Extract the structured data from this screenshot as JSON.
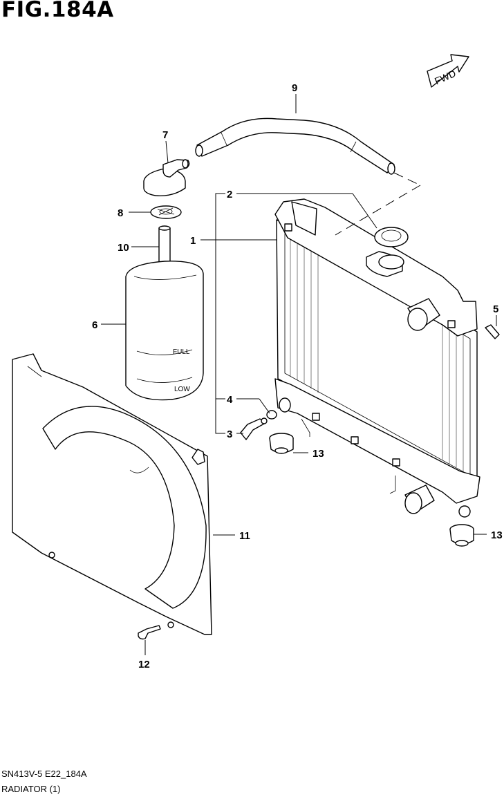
{
  "header": {
    "title": "FIG.184A"
  },
  "footer": {
    "code": "SN413V-5 E22_184A",
    "name": "RADIATOR (1)"
  },
  "fwd_label": "FWD",
  "callouts": [
    {
      "id": "1",
      "label": "1"
    },
    {
      "id": "2",
      "label": "2"
    },
    {
      "id": "3",
      "label": "3"
    },
    {
      "id": "4",
      "label": "4"
    },
    {
      "id": "5",
      "label": "5"
    },
    {
      "id": "6",
      "label": "6"
    },
    {
      "id": "7",
      "label": "7"
    },
    {
      "id": "8",
      "label": "8"
    },
    {
      "id": "9",
      "label": "9"
    },
    {
      "id": "10",
      "label": "10"
    },
    {
      "id": "11",
      "label": "11"
    },
    {
      "id": "12",
      "label": "12"
    },
    {
      "id": "13a",
      "label": "13"
    },
    {
      "id": "13b",
      "label": "13"
    }
  ],
  "tank_marks": {
    "full": "FULL",
    "low": "LOW"
  }
}
